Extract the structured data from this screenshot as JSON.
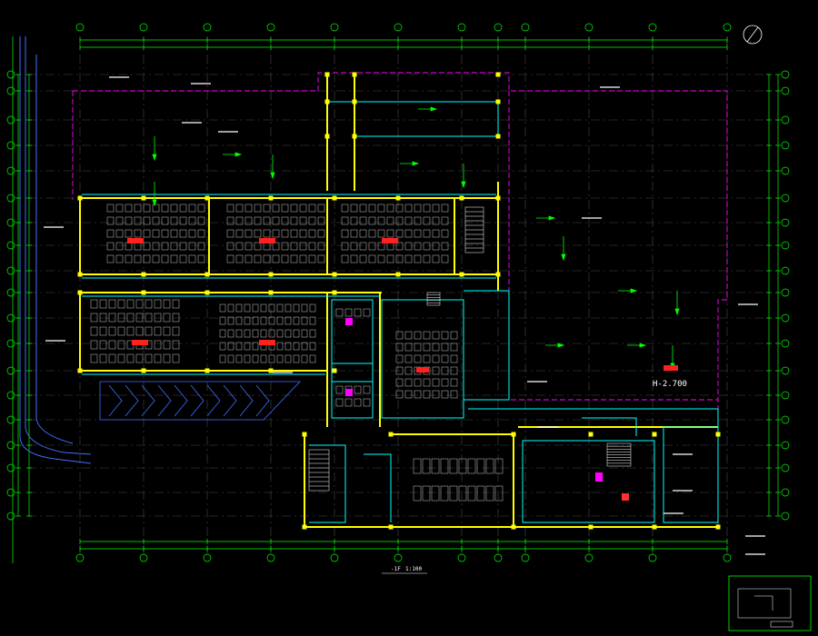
{
  "colors": {
    "background": "#000000",
    "axis": "#00ff00",
    "wall": "#ffff00",
    "window": "#00ffff",
    "boundary": "#ff00ff",
    "grid": "#4a4a4a",
    "furniture": "#c8c8c8",
    "text": "#ffffff",
    "arrow": "#00ff00",
    "blue": "#3f6fff"
  },
  "icons": [
    "north-arrow-icon"
  ],
  "labels": {
    "elevation": "H-2.700",
    "floor_title": "-1F",
    "scale": "1:100"
  }
}
